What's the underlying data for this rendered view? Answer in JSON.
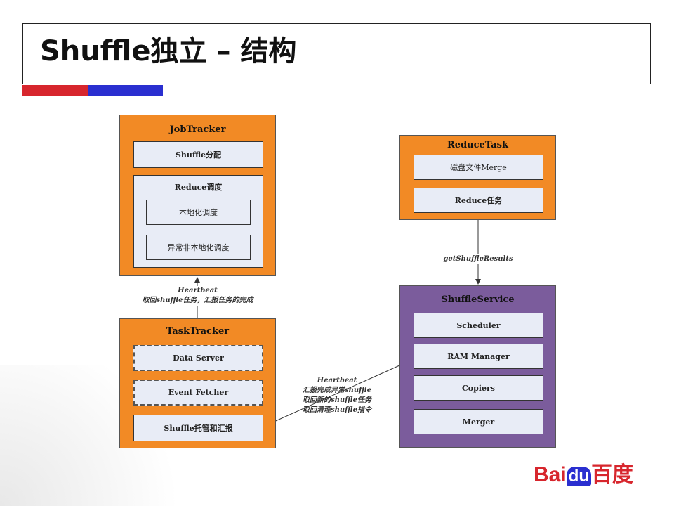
{
  "title": "Shuffle独立 – 结构",
  "colors": {
    "red": "#d7262d",
    "blue": "#2a2fd0",
    "orange": "#f28a25",
    "purple": "#7b5c9c"
  },
  "jobtracker": {
    "title": "JobTracker",
    "shuffle_alloc": "Shuffle分配",
    "reduce_sched": "Reduce调度",
    "local": "本地化调度",
    "nonlocal": "异常非本地化调度"
  },
  "heartbeat1": {
    "title": "Heartbeat",
    "text": "取回shuffle任务，汇报任务的完成"
  },
  "tasktracker": {
    "title": "TaskTracker",
    "items": [
      "Data Server",
      "Event Fetcher",
      "Shuffle托管和汇报"
    ]
  },
  "reducetask": {
    "title": "ReduceTask",
    "items": [
      "磁盘文件Merge",
      "Reduce任务"
    ]
  },
  "get_label": "getShuffleResults",
  "shuffleservice": {
    "title": "ShuffleService",
    "items": [
      "Scheduler",
      "RAM Manager",
      "Copiers",
      "Merger"
    ]
  },
  "heartbeat2": {
    "title": "Heartbeat",
    "lines": [
      "汇报完成异常shuffle",
      "取回新的shuffle任务",
      "取回清理shuffle指令"
    ]
  },
  "logo": {
    "text1": "Bai",
    "text2": "du",
    "text3": "百度"
  }
}
